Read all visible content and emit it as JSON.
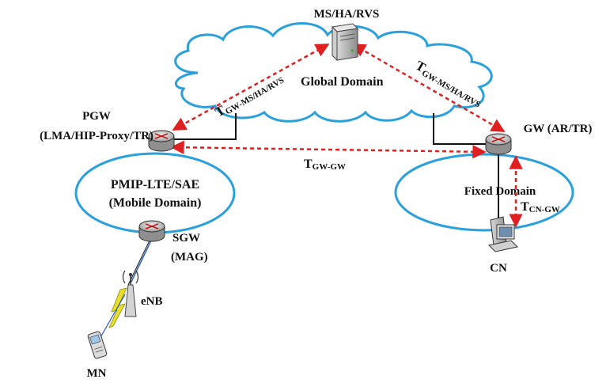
{
  "nodes": {
    "ms_label": "MS/HA/RVS",
    "pgw_label": "PGW",
    "pgw_sub": "(LMA/HIP-Proxy/TR)",
    "gw_label": "GW (AR/TR)",
    "sgw_label": "SGW",
    "sgw_sub": "(MAG)",
    "enb_label": "eNB",
    "mn_label": "MN",
    "cn_label": "CN"
  },
  "domains": {
    "global": "Global Domain",
    "mobile_line1": "PMIP-LTE/SAE",
    "mobile_line2": "(Mobile Domain)",
    "fixed": "Fixed Domain"
  },
  "links": {
    "t_main": "T",
    "t_gw_ms_sub": "GW-MS/HA/RVS",
    "t_gw_gw_sub": "GW-GW",
    "t_cn_gw_sub": "CN-GW"
  },
  "colors": {
    "cloud_stroke": "#2aa0dc",
    "ellipse_stroke": "#2aa0dc",
    "dashed_link": "#e02020",
    "solid_link": "#111111",
    "radio_link": "#3060c0"
  }
}
